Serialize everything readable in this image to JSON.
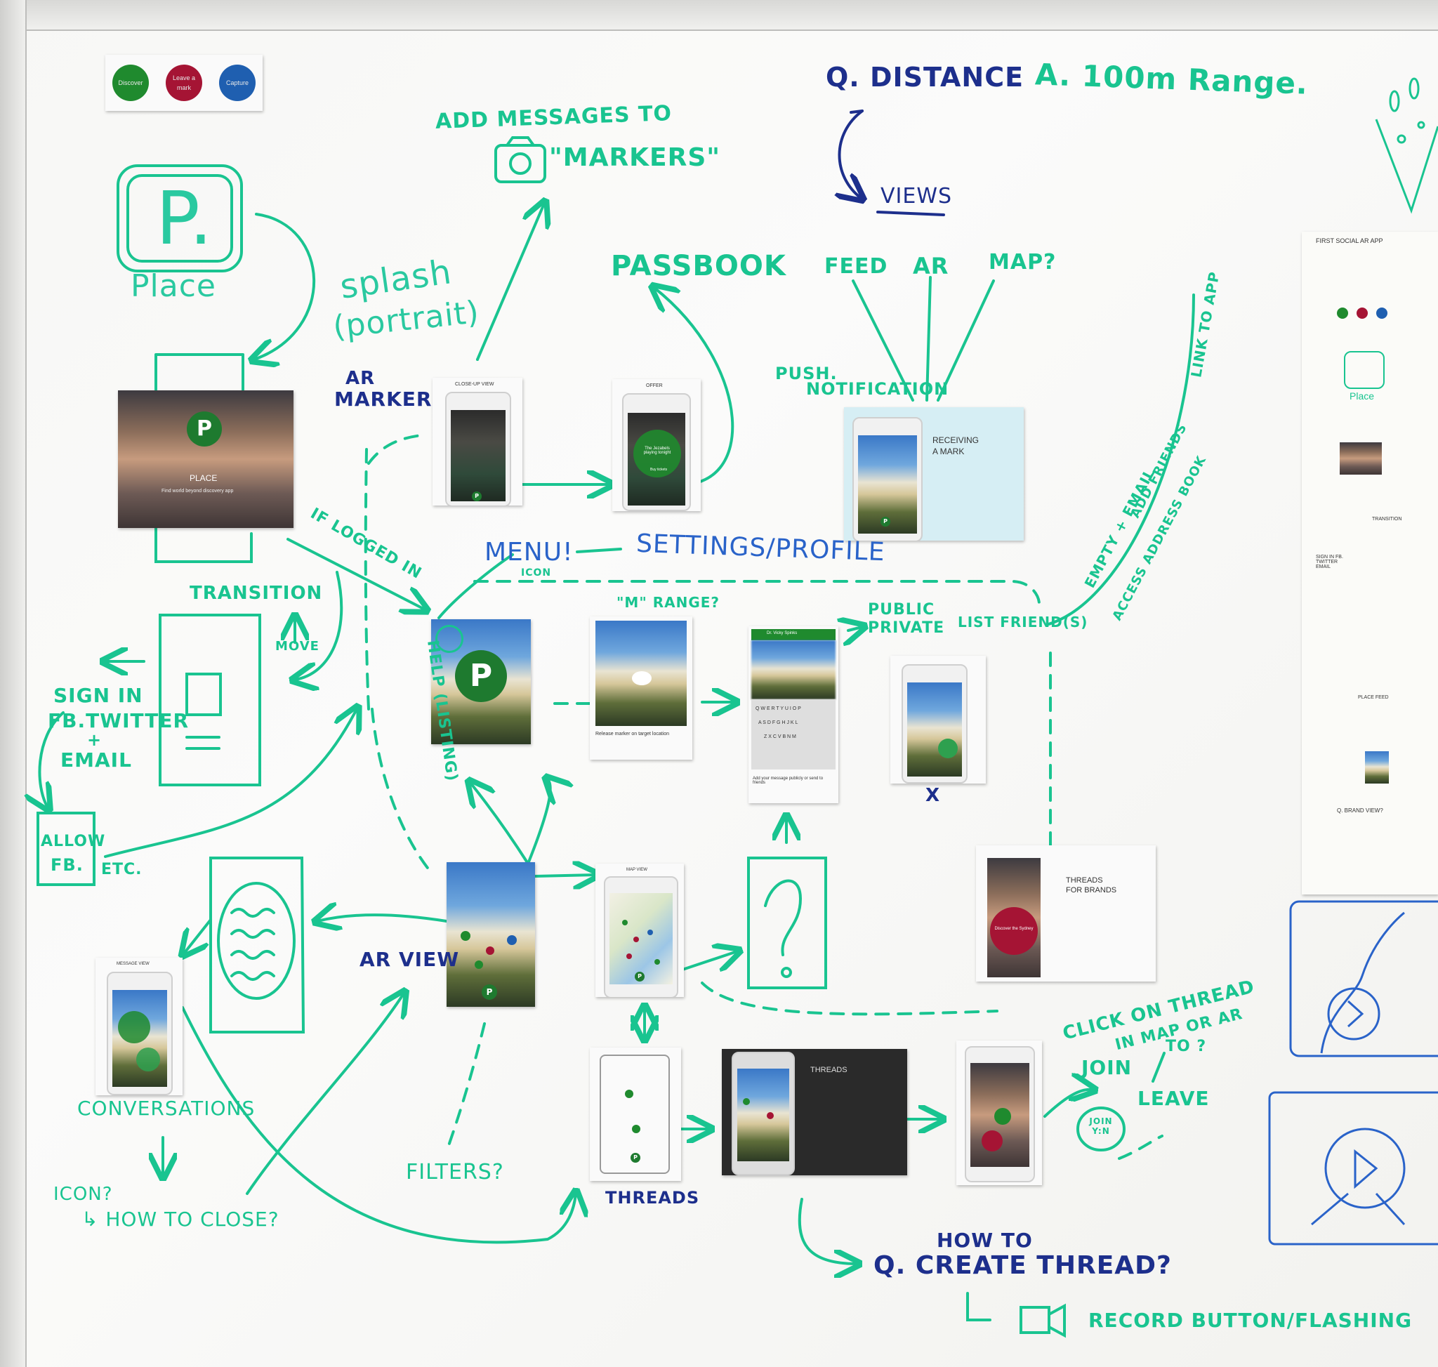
{
  "legend": {
    "discover": "Discover",
    "leave": "Leave a mark",
    "capture": "Capture",
    "colors": {
      "discover": "#1f8a2e",
      "leave": "#a51434",
      "capture": "#1f5fb0"
    }
  },
  "notes": {
    "place_logo": "Place",
    "splash_1": "splash",
    "splash_2": "(portrait)",
    "add_messages_1": "ADD MESSAGES TO",
    "add_messages_2": "\"MARKERS\"",
    "passbook": "PASSBOOK",
    "q_distance": "Q. DISTANCE",
    "a_range": "A. 100m Range.",
    "views": "VIEWS",
    "feed": "FEED",
    "ar": "AR",
    "map": "MAP?",
    "push_1": "PUSH.",
    "push_2": "NOTIFICATION",
    "ar_marker_1": "AR",
    "ar_marker_2": "MARKER",
    "logged_in": "IF LOGGED IN",
    "menu": "MENU!",
    "icon": "ICON",
    "settings": "SETTINGS/PROFILE",
    "transition": "TRANSITION",
    "move": "MOVE",
    "sign_in_1": "SIGN IN",
    "sign_in_2": "FB.TWITTER",
    "sign_in_3": "+",
    "sign_in_4": "EMAIL",
    "allow_1": "ALLOW",
    "allow_2": "FB.",
    "etc": "ETC.",
    "help": "HELP (LISTING)",
    "m_range": "\"M\" RANGE?",
    "public": "PUBLIC",
    "private": "PRIVATE",
    "list_friends": "LIST FRIEND(S)",
    "empty_1": "EMPTY + EMAIL",
    "empty_2": "ADD FRIENDS",
    "empty_3": "ACCESS ADDRESS BOOK",
    "link_to_app": "LINK TO APP",
    "x_mark": "X",
    "ar_view": "AR VIEW",
    "conversations": "CONVERSATIONS",
    "icon_q": "ICON?",
    "how_to_close": "↳ HOW TO CLOSE?",
    "filters": "FILTERS?",
    "threads": "THREADS",
    "click_thread_1": "CLICK ON THREAD",
    "click_thread_2": "IN MAP OR AR",
    "join": "JOIN",
    "to_q": "TO ?",
    "leave": "LEAVE",
    "join_yn": "JOIN Y:N",
    "how_to": "HOW TO",
    "create_thread": "Q. CREATE THREAD?",
    "record": "RECORD BUTTON/FLASHING"
  },
  "prints": {
    "splash_brand": "PLACE",
    "splash_tag": "Find world beyond discovery app",
    "closeup_title": "CLOSE-UP VIEW",
    "offer_title": "OFFER",
    "offer_text": "The Jezabels playing tonight",
    "offer_button": "Buy tickets",
    "receiving_1": "RECEIVING",
    "receiving_2": "A MARK",
    "release_caption": "Release marker on target location",
    "compose_user": "Dr. Vicky Spinks",
    "compose_caption": "Add your message publicly or send to friends",
    "keyboard_row1": "Q W E R T Y U I O P",
    "keyboard_row2": "A S D F G H J K L",
    "keyboard_row3": "Z X C V B N M",
    "map_view_title": "MAP VIEW",
    "message_view_title": "MESSAGE VIEW",
    "threads_brands_1": "THREADS",
    "threads_brands_2": "FOR BRANDS",
    "threads_brands_badge": "Discover the Sydney",
    "threads_photo_title": "THREADS"
  },
  "side_sheet": {
    "title": "FIRST SOCIAL AR APP",
    "logo": "Place",
    "transition": "TRANSITION",
    "sign_in": "SIGN IN FB. TWITTER EMAIL",
    "place_feed": "PLACE FEED",
    "q_brand": "Q. BRAND VIEW?"
  }
}
